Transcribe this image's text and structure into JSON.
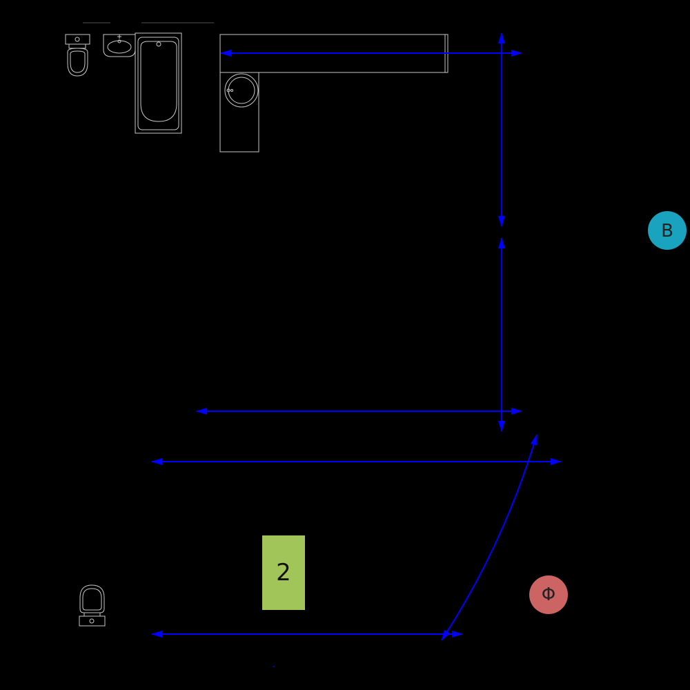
{
  "canvas": {
    "background": "#000000"
  },
  "fixtures": {
    "toilet_top": {
      "icon": "toilet-icon"
    },
    "sink_top": {
      "icon": "sink-icon"
    },
    "bathtub": {
      "icon": "bathtub-icon"
    },
    "counter_with_washer": {
      "icon": "washing-machine-icon"
    },
    "toilet_bottom": {
      "icon": "toilet-icon"
    }
  },
  "badges": [
    {
      "id": "room-b",
      "text": "B",
      "color": "#1aa3bf"
    },
    {
      "id": "room-phi",
      "text": "Φ",
      "color": "#cd6464"
    }
  ],
  "room_label": {
    "text": "2",
    "color": "#a2c55a"
  },
  "arrows": {
    "color": "#0000ff"
  }
}
